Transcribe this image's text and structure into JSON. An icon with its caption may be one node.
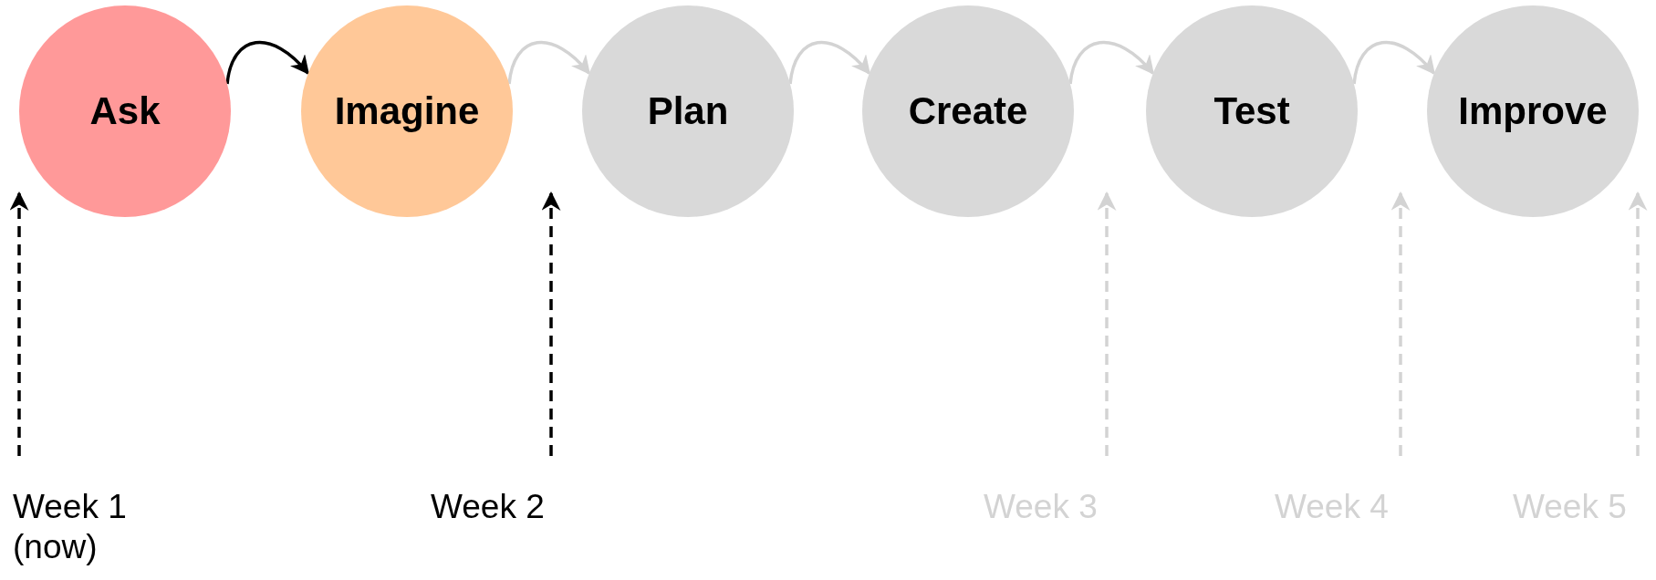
{
  "diagram": {
    "nodes": [
      {
        "text": [
          "Ask"
        ]
      },
      {
        "text": [
          "Imagine"
        ]
      },
      {
        "text": [
          "Plan"
        ]
      },
      {
        "text": [
          "Create"
        ]
      },
      {
        "text": [
          "Test"
        ]
      },
      {
        "text": [
          "Improve"
        ]
      },
      {
        "text": [
          "Week 1 (now)"
        ]
      },
      {
        "text": [
          "Week 2"
        ]
      },
      {
        "text": [
          "Week 3"
        ]
      },
      {
        "text": [
          "Week 4"
        ]
      },
      {
        "text": [
          "Week 5"
        ]
      }
    ],
    "edges": [
      {
        "from": 0,
        "to": 1,
        "arrow": "to",
        "color": "#000000"
      },
      {
        "from": 1,
        "to": 2,
        "arrow": "to"
      },
      {
        "from": 2,
        "to": 3,
        "arrow": "to"
      },
      {
        "from": 3,
        "to": 4,
        "arrow": "to"
      },
      {
        "from": 4,
        "to": 5,
        "arrow": "to"
      },
      {
        "from": 6,
        "to": 0,
        "arrow": "to",
        "style": "dashed",
        "color": "#000000"
      },
      {
        "from": 7,
        "to": 2,
        "arrow": "to",
        "style": "dashed",
        "color": "#000000"
      },
      {
        "from": 8,
        "to": 3,
        "arrow": "to",
        "style": "dashed"
      },
      {
        "from": 9,
        "to": 5,
        "arrow": "to",
        "style": "dashed"
      },
      {
        "from": 10,
        "to": 5,
        "arrow": "to",
        "style": "dashed"
      }
    ]
  }
}
